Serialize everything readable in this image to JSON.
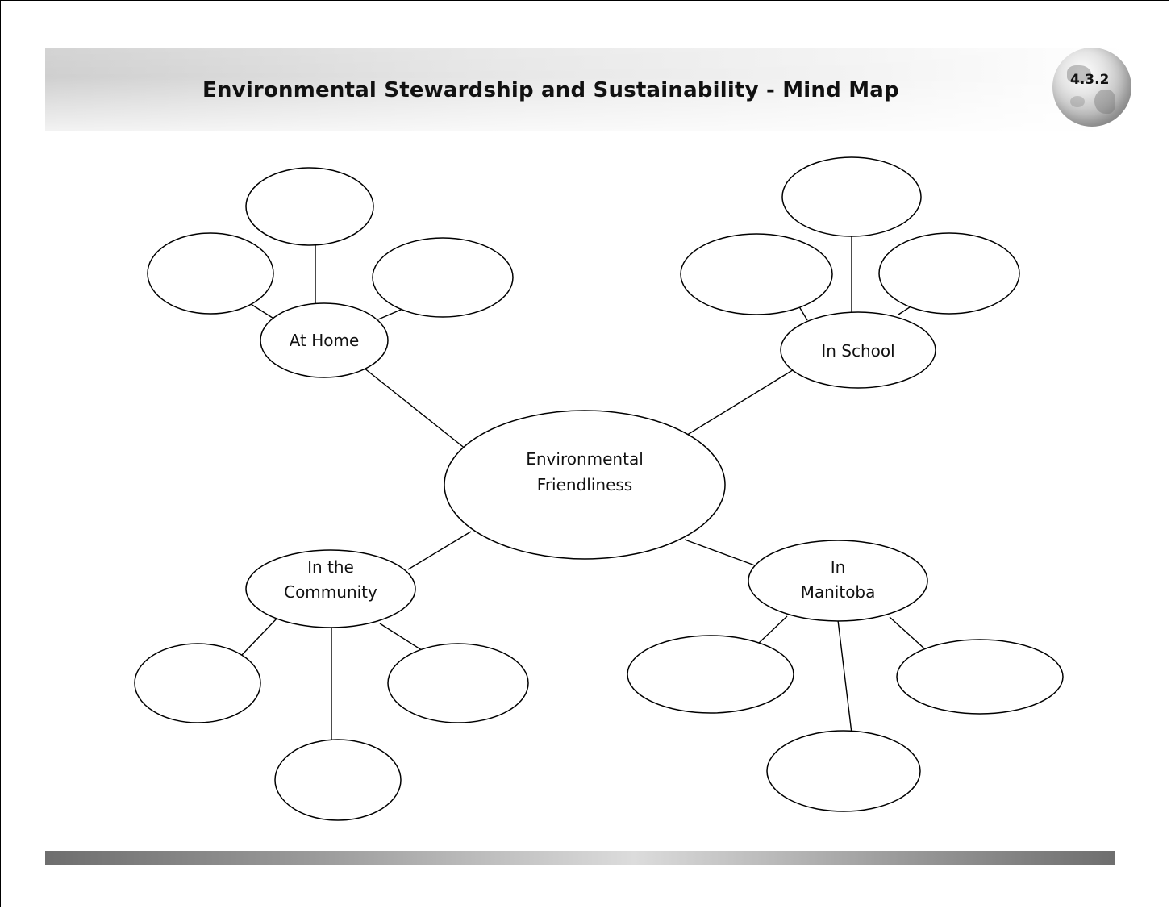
{
  "header": {
    "title": "Environmental Stewardship and Sustainability - Mind Map",
    "code": "4.3.2"
  },
  "mindmap": {
    "center": {
      "lines": [
        "Environmental",
        "Friendliness"
      ]
    },
    "branches": [
      {
        "id": "home",
        "lines": [
          "At Home"
        ],
        "leaves": 3
      },
      {
        "id": "school",
        "lines": [
          "In School"
        ],
        "leaves": 3
      },
      {
        "id": "community",
        "lines": [
          "In the",
          "Community"
        ],
        "leaves": 3
      },
      {
        "id": "manitoba",
        "lines": [
          "In",
          "Manitoba"
        ],
        "leaves": 3
      }
    ]
  }
}
